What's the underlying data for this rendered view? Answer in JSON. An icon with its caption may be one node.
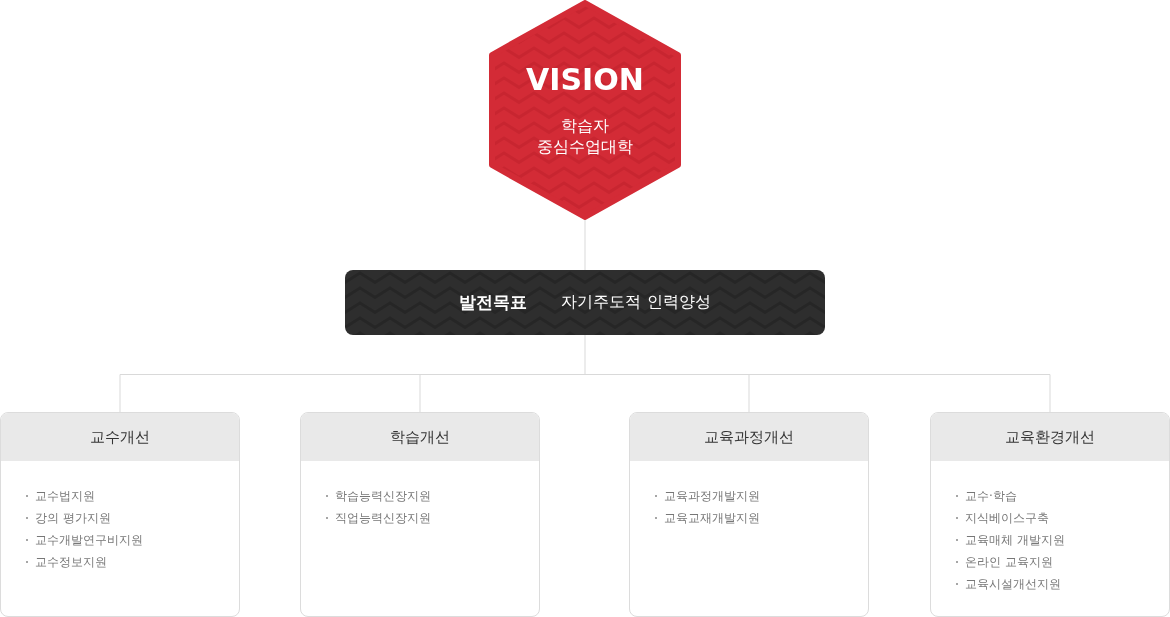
{
  "diagram": {
    "nodes": [
      {
        "text": [
          "VISION",
          "학습자 중심수업대학"
        ]
      },
      {
        "text": [
          "발전목표",
          "자기주도적 인력양성"
        ]
      },
      {
        "text": [
          "교수개선",
          "교수법지원",
          "강의 평가지원",
          "교수개발연구비지원",
          "교수정보지원"
        ]
      },
      {
        "text": [
          "학습개선",
          "학습능력신장지원",
          "직업능력신장지원"
        ]
      },
      {
        "text": [
          "교육과정개선",
          "교육과정개발지원",
          "교육교재개발지원"
        ]
      },
      {
        "text": [
          "교육환경개선",
          "교수·학습",
          "지식베이스구축",
          "교육매체 개발지원",
          "온라인 교육지원",
          "교육시설개선지원"
        ]
      }
    ],
    "edges": [
      {
        "from": 0,
        "to": 1,
        "arrow": "none"
      },
      {
        "from": 1,
        "to": 2,
        "arrow": "none"
      },
      {
        "from": 1,
        "to": 3,
        "arrow": "none"
      },
      {
        "from": 1,
        "to": 4,
        "arrow": "none"
      },
      {
        "from": 1,
        "to": 5,
        "arrow": "none"
      }
    ]
  }
}
